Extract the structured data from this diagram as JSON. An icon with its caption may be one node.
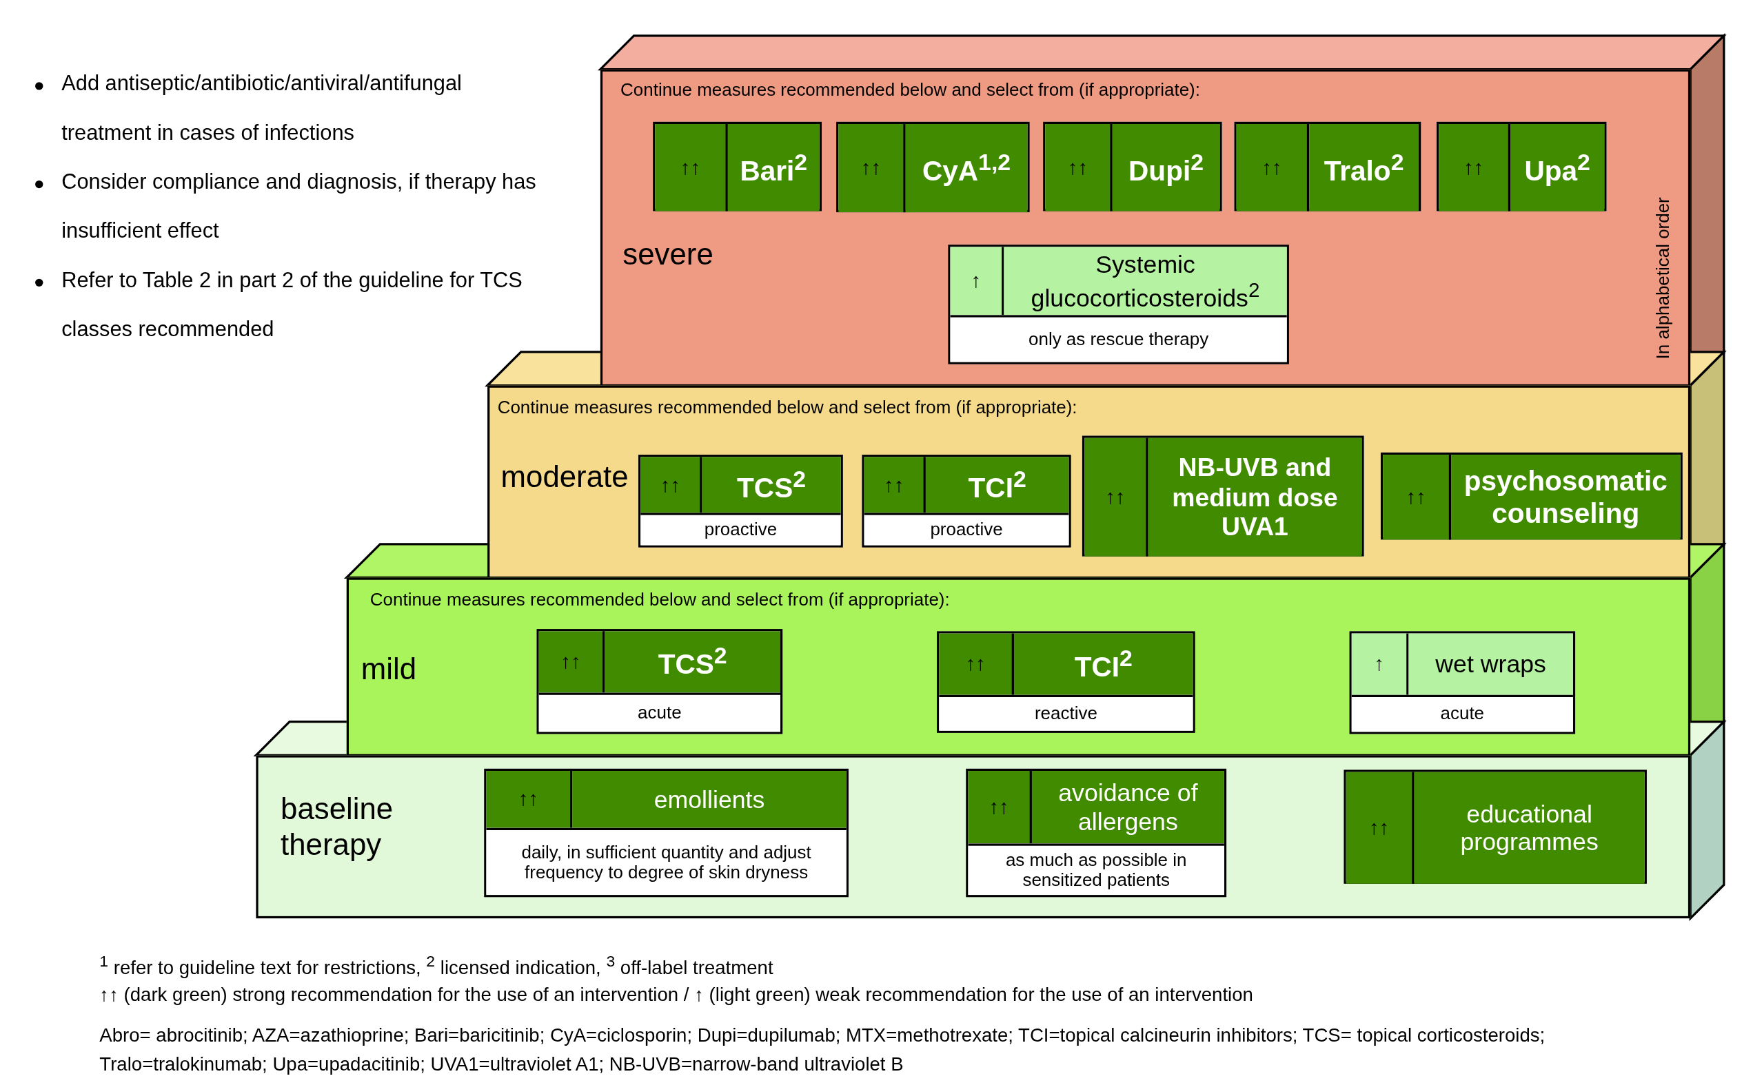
{
  "diagram": {
    "nodes": [
      {
        "text": [
          "Continue measures recommended below and select from (if appropriate):",
          "severe"
        ]
      },
      {
        "text": [
          "↑↑",
          "Bari$^{2}$"
        ],
        "in": 0
      },
      {
        "text": [
          "↑↑",
          "CyA$^{1,2}$"
        ],
        "in": 0
      },
      {
        "text": [
          "↑↑",
          "Dupi$^{2}$"
        ],
        "in": 0
      },
      {
        "text": [
          "↑↑",
          "Tralo$^{2}$"
        ],
        "in": 0
      },
      {
        "text": [
          "↑↑",
          "Upa$^{2}$"
        ],
        "in": 0
      },
      {
        "text": [
          "↑",
          "Systemic glucocorticosteroids$^{2}$",
          "only as rescue therapy"
        ],
        "in": 0
      },
      {
        "text": [
          "Continue measures recommended below and select from (if appropriate):",
          "moderate"
        ]
      },
      {
        "text": [
          "↑↑",
          "TCS$^{2}$",
          "proactive"
        ],
        "in": 7
      },
      {
        "text": [
          "↑↑",
          "TCI$^{2}$",
          "proactive"
        ],
        "in": 7
      },
      {
        "text": [
          "↑↑",
          "NB-UVB and medium dose UVA1"
        ],
        "in": 7
      },
      {
        "text": [
          "↑↑",
          "psychosomatic counseling"
        ],
        "in": 7
      },
      {
        "text": [
          "Continue measures recommended below and select from (if appropriate):",
          "mild"
        ]
      },
      {
        "text": [
          "↑↑",
          "TCS$^{2}$",
          "acute"
        ],
        "in": 12
      },
      {
        "text": [
          "↑↑",
          "TCI$^{2}$",
          "reactive"
        ],
        "in": 12
      },
      {
        "text": [
          "↑",
          "wet wraps",
          "acute"
        ],
        "in": 12
      },
      {
        "text": [
          "baseline therapy"
        ]
      },
      {
        "text": [
          "↑↑",
          "emollients",
          "daily, in sufficient quantity and adjust frequency to degree of skin dryness"
        ],
        "in": 16
      },
      {
        "text": [
          "↑↑",
          "avoidance of allergens",
          "as much as possible in sensitized patients"
        ],
        "in": 16
      },
      {
        "text": [
          "↑↑",
          "educational programmes"
        ],
        "in": 16
      }
    ],
    "labels": [
      "Add antiseptic/antibiotic/antiviral/antifungal treatment in cases of infections",
      "Consider compliance and diagnosis, if therapy has insufficient effect",
      "Refer to Table 2 in part 2 of the guideline for TCS classes recommended",
      "In alphabetical order",
      "$^{1}$ refer to guideline text for restrictions, $^{2}$ licensed indication, $^{3}$ off-label treatment",
      "↑↑ (dark green) strong recommendation for the use of an intervention / ↑ (light green) weak recommendation for the use of an intervention",
      "Abro= abrocitinib; AZA=azathioprine; Bari=baricitinib; CyA=ciclosporin; Dupi=dupilumab; MTX=methotrexate; TCI=topical calcineurin inhibitors; TCS= topical corticosteroids; Tralo=tralokinumab; Upa=upadacitinib; UVA1=ultraviolet A1; NB-UVB=narrow-band ultraviolet B"
    ]
  }
}
